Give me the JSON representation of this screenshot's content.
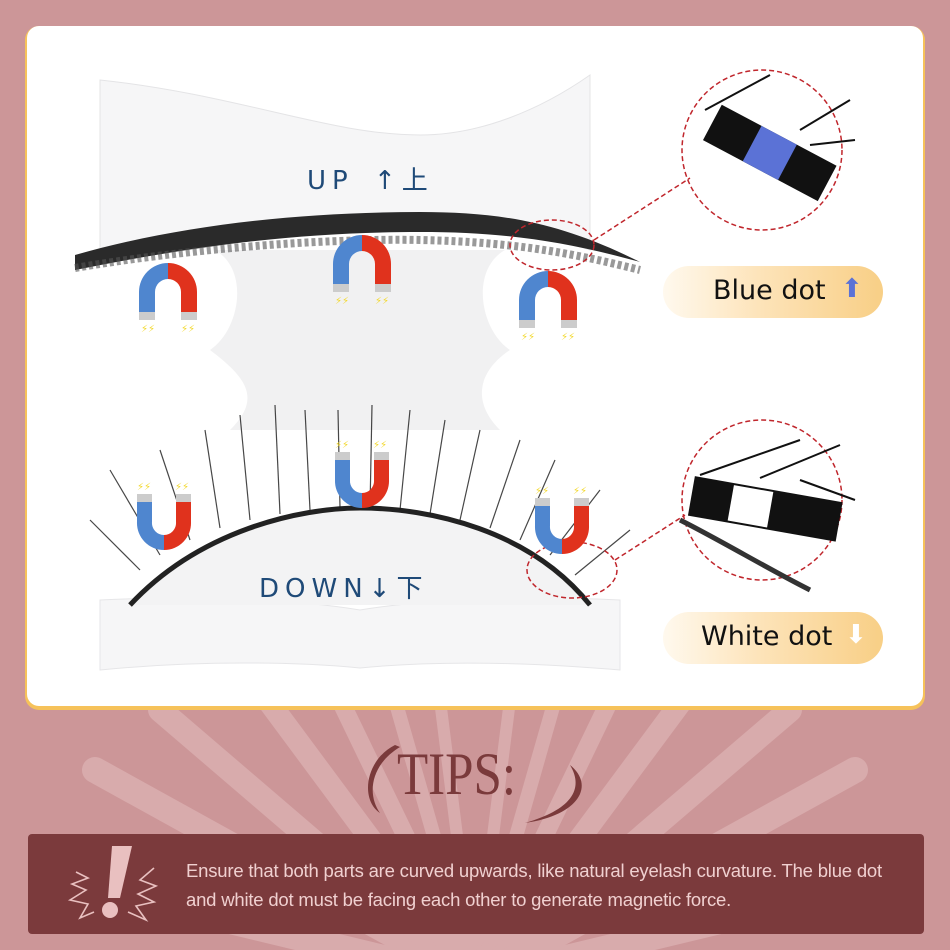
{
  "colors": {
    "background": "#cc9698",
    "panel": "#ffffff",
    "panel_border": "#f6c25a",
    "tips_box": "#7b3a3c",
    "tips_title": "#7a3a3b",
    "tips_text": "#f0d0d0",
    "callout_dash": "#c0262c",
    "magnet_blue": "#4f86cf",
    "magnet_red": "#e0321d",
    "stamp_blue": "#1f4a78",
    "blue_dot": "#5b72d6"
  },
  "upper_tray": {
    "stamp_text": "UP",
    "stamp_arrow": "↑",
    "stamp_cjk": "上"
  },
  "lower_tray": {
    "stamp_text": "DOWN",
    "stamp_arrow": "↓",
    "stamp_cjk": "下"
  },
  "callouts": [
    {
      "label": "Blue dot",
      "arrow": "up-arrow-icon",
      "arrow_glyph": "⬆"
    },
    {
      "label": "White dot",
      "arrow": "down-arrow-icon",
      "arrow_glyph": "⬇"
    }
  ],
  "tips": {
    "title": "TIPS:",
    "body": "Ensure that both parts are curved upwards, like natural eyelash curvature. The blue dot and white dot must be facing each other  to generate magnetic force.",
    "icon": "warning-exclamation-icon"
  }
}
